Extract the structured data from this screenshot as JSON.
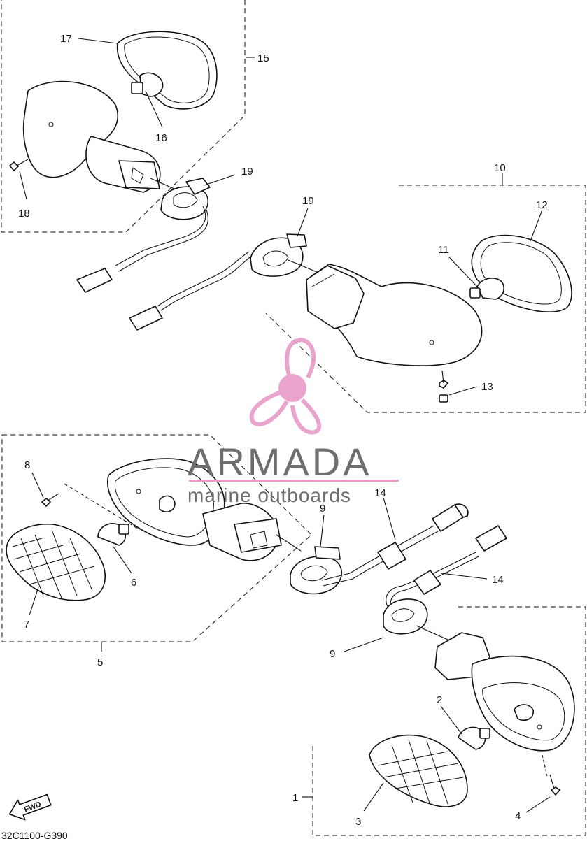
{
  "diagram_code": "32C1100-G390",
  "fwd_label": "FWD",
  "watermark": {
    "brand": "ARMADA",
    "tagline": "marine outboards",
    "accent_color": "#e89ac8"
  },
  "callouts": [
    {
      "id": "c1",
      "text": "1"
    },
    {
      "id": "c2",
      "text": "2"
    },
    {
      "id": "c3",
      "text": "3"
    },
    {
      "id": "c4",
      "text": "4"
    },
    {
      "id": "c5",
      "text": "5"
    },
    {
      "id": "c6",
      "text": "6"
    },
    {
      "id": "c7",
      "text": "7"
    },
    {
      "id": "c8",
      "text": "8"
    },
    {
      "id": "c9a",
      "text": "9"
    },
    {
      "id": "c9b",
      "text": "9"
    },
    {
      "id": "c10",
      "text": "10"
    },
    {
      "id": "c11",
      "text": "11"
    },
    {
      "id": "c12",
      "text": "12"
    },
    {
      "id": "c13",
      "text": "13"
    },
    {
      "id": "c14a",
      "text": "14"
    },
    {
      "id": "c14b",
      "text": "14"
    },
    {
      "id": "c15",
      "text": "15"
    },
    {
      "id": "c16",
      "text": "16"
    },
    {
      "id": "c17",
      "text": "17"
    },
    {
      "id": "c18",
      "text": "18"
    },
    {
      "id": "c19a",
      "text": "19"
    },
    {
      "id": "c19b",
      "text": "19"
    }
  ]
}
